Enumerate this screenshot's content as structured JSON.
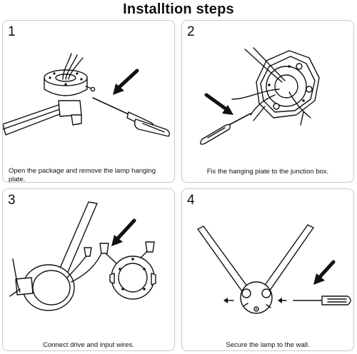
{
  "title": "Installtion steps",
  "steps": [
    {
      "number": "1",
      "caption": "Open the package and remove the lamp hanging plate."
    },
    {
      "number": "2",
      "caption": "Fix the hanging plate to the junction box."
    },
    {
      "number": "3",
      "caption": "Connect drive and input wires."
    },
    {
      "number": "4",
      "caption": "Secure the lamp to the wall."
    }
  ]
}
